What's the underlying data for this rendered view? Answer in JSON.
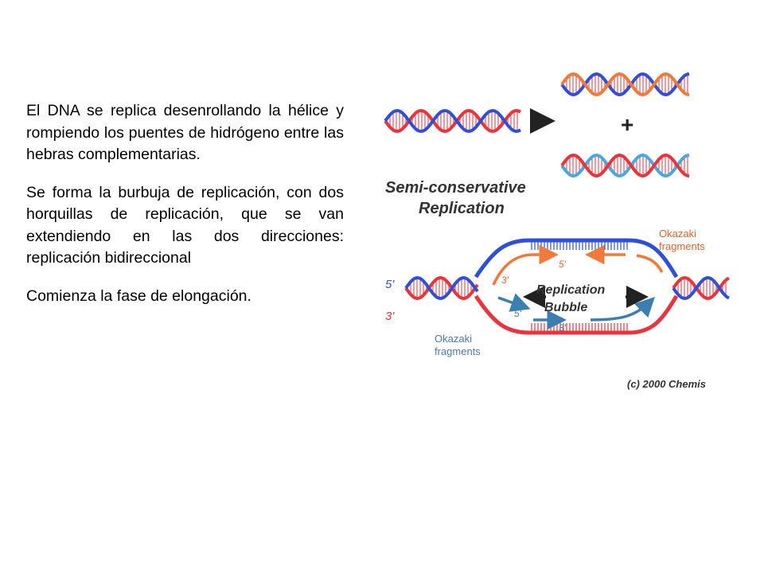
{
  "slide": {
    "paragraphs": [
      "El DNA se replica desenrollando la hélice y rompiendo los puentes de hidrógeno entre las hebras complementarias.",
      "Se forma la burbuja de replicación, con dos horquillas de replicación, que se van extendiendo en las dos direcciones: replicación bidireccional",
      "Comienza la fase de elongación."
    ]
  },
  "figure": {
    "plus": "+",
    "title_line1": "Semi-conservative",
    "title_line2": "Replication",
    "label_5prime_left": "5'",
    "label_3prime_left": "3'",
    "okazaki_top_line1": "Okazaki",
    "okazaki_top_line2": "fragments",
    "okazaki_bottom_line1": "Okazaki",
    "okazaki_bottom_line2": "fragments",
    "bubble_line1": "Replication",
    "bubble_line2": "Bubble",
    "inner_5prime_top": "5'",
    "inner_3prime_top": "3'",
    "inner_5prime_bottom": "5'",
    "inner_3prime_bottom": "3'",
    "copyright": "(c) 2000 Chemis",
    "colors": {
      "parent_red": "#e8343a",
      "parent_blue": "#2f4fd8",
      "new_orange": "#f07a3a",
      "new_lightblue": "#4aa8e0",
      "okazaki_blue": "#3a7fb0",
      "okazaki_text": "#4a7bb5",
      "okazaki_top_text": "#e8622a"
    }
  }
}
